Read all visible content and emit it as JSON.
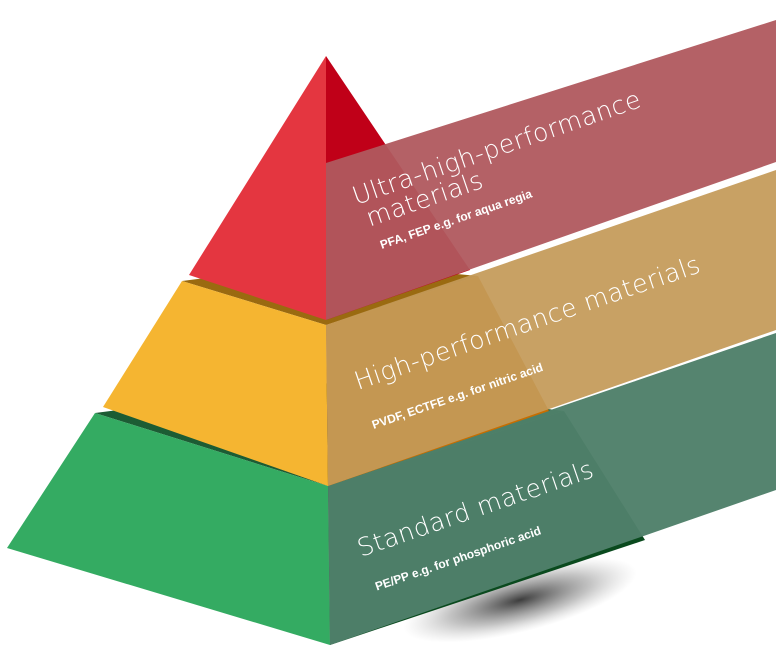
{
  "tiers": [
    {
      "id": "ultra",
      "title_lines": [
        "Ultra-high-performance",
        "materials"
      ],
      "subtitle": "PFA, FEP e.g. for aqua regia",
      "colors": {
        "face_left": "#e43640",
        "face_right": "#c00018",
        "ribbon": "#b0585e",
        "edge": "#7a1020"
      }
    },
    {
      "id": "high",
      "title_lines": [
        "High-performance materials"
      ],
      "subtitle": "PVDF, ECTFE e.g. for nitric acid",
      "colors": {
        "face_left": "#f5b531",
        "face_right": "#c86e00",
        "ribbon": "#c49a58",
        "edge": "#9a6a10"
      }
    },
    {
      "id": "standard",
      "title_lines": [
        "Standard materials"
      ],
      "subtitle": "PE/PP e.g. for phosphoric acid",
      "colors": {
        "face_left": "#34ab62",
        "face_right": "#0a4a1e",
        "ribbon": "#4f806a",
        "edge": "#1c5c34"
      }
    }
  ]
}
